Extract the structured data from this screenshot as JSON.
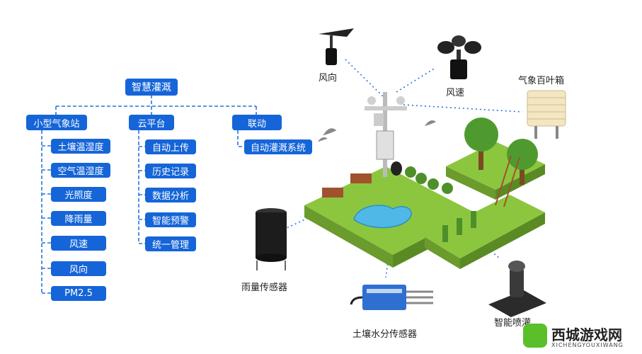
{
  "tree": {
    "root": "智慧灌溉",
    "branches": [
      {
        "label": "小型气象站",
        "children": [
          "土壤温湿度",
          "空气温湿度",
          "光照度",
          "降雨量",
          "风速",
          "风向",
          "PM2.5"
        ]
      },
      {
        "label": "云平台",
        "children": [
          "自动上传",
          "历史记录",
          "数据分析",
          "智能预警",
          "统一管理"
        ]
      },
      {
        "label": "联动",
        "children": [
          "自动灌溉系统"
        ]
      }
    ]
  },
  "devices": {
    "wind_direction": "风向",
    "wind_speed": "风速",
    "louver_box": "气象百叶箱",
    "rain_gauge": "雨量传感器",
    "soil_moisture": "土壤水分传感器",
    "sprinkler": "智能喷灌"
  },
  "watermark": {
    "text": "西城游戏网",
    "sub": "XICHENGYOUXIWANG"
  },
  "colors": {
    "box": "#1565d8",
    "line": "#2a74d9",
    "dotted": "#2a74d9"
  }
}
